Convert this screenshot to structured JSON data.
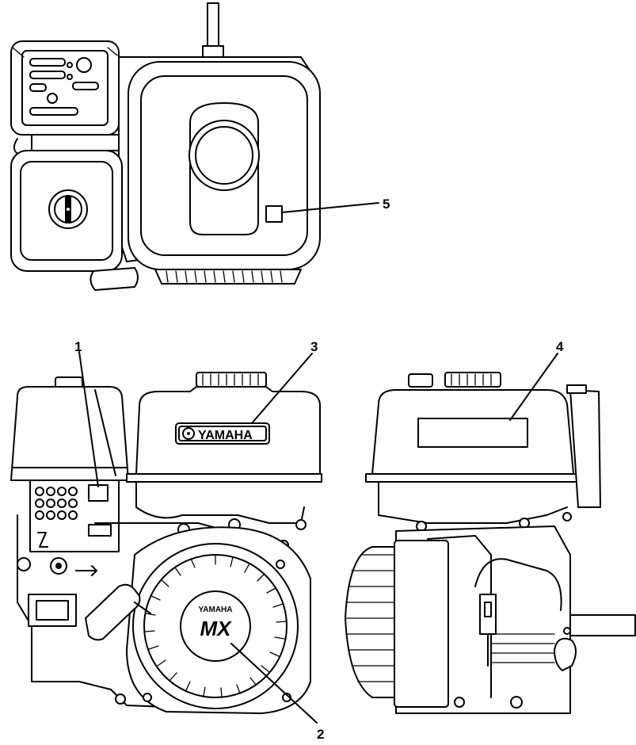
{
  "callouts": [
    {
      "number": "1"
    },
    {
      "number": "2"
    },
    {
      "number": "3"
    },
    {
      "number": "4"
    },
    {
      "number": "5"
    }
  ],
  "labels": {
    "brand_tank": "YAMAHA",
    "brand_badge": "YAMAHA",
    "model_badge": "MX"
  }
}
